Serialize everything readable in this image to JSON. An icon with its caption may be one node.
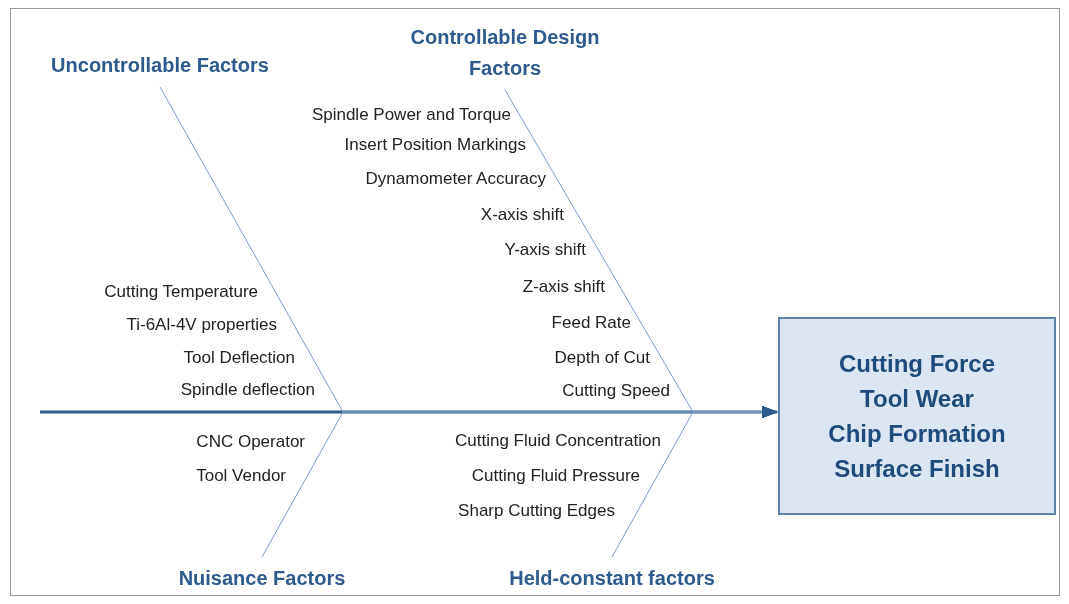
{
  "diagram": {
    "nodes": [
      {
        "text": [
          "Uncontrollable Factors"
        ]
      },
      {
        "text": [
          "Controllable Design Factors"
        ]
      },
      {
        "text": [
          "Nuisance Factors"
        ]
      },
      {
        "text": [
          "Held-constant factors"
        ]
      },
      {
        "text": [
          "Cutting Force",
          "Tool Wear",
          "Chip Formation",
          "Surface Finish"
        ]
      }
    ],
    "edges": [
      {
        "from": null,
        "to": 4,
        "arrow": "to",
        "style": "thick"
      },
      {
        "from": 0,
        "to": 4,
        "arrow": "to"
      },
      {
        "from": 1,
        "to": 4,
        "arrow": "to"
      },
      {
        "from": 2,
        "to": 4,
        "arrow": "to"
      },
      {
        "from": 3,
        "to": 4,
        "arrow": "to"
      }
    ],
    "labels": [
      "Spindle Power and Torque",
      "Insert Position Markings",
      "Dynamometer Accuracy",
      "X-axis shift",
      "Y-axis shift",
      "Z-axis shift",
      "Cutting Temperature",
      "Feed Rate",
      "Ti-6Al-4V properties",
      "Depth of Cut",
      "Tool Deflection",
      "Spindle deflection",
      "Cutting Speed",
      "CNC Operator",
      "Cutting Fluid Concentration",
      "Tool Vendor",
      "Cutting Fluid Pressure",
      "Sharp Cutting Edges"
    ]
  }
}
